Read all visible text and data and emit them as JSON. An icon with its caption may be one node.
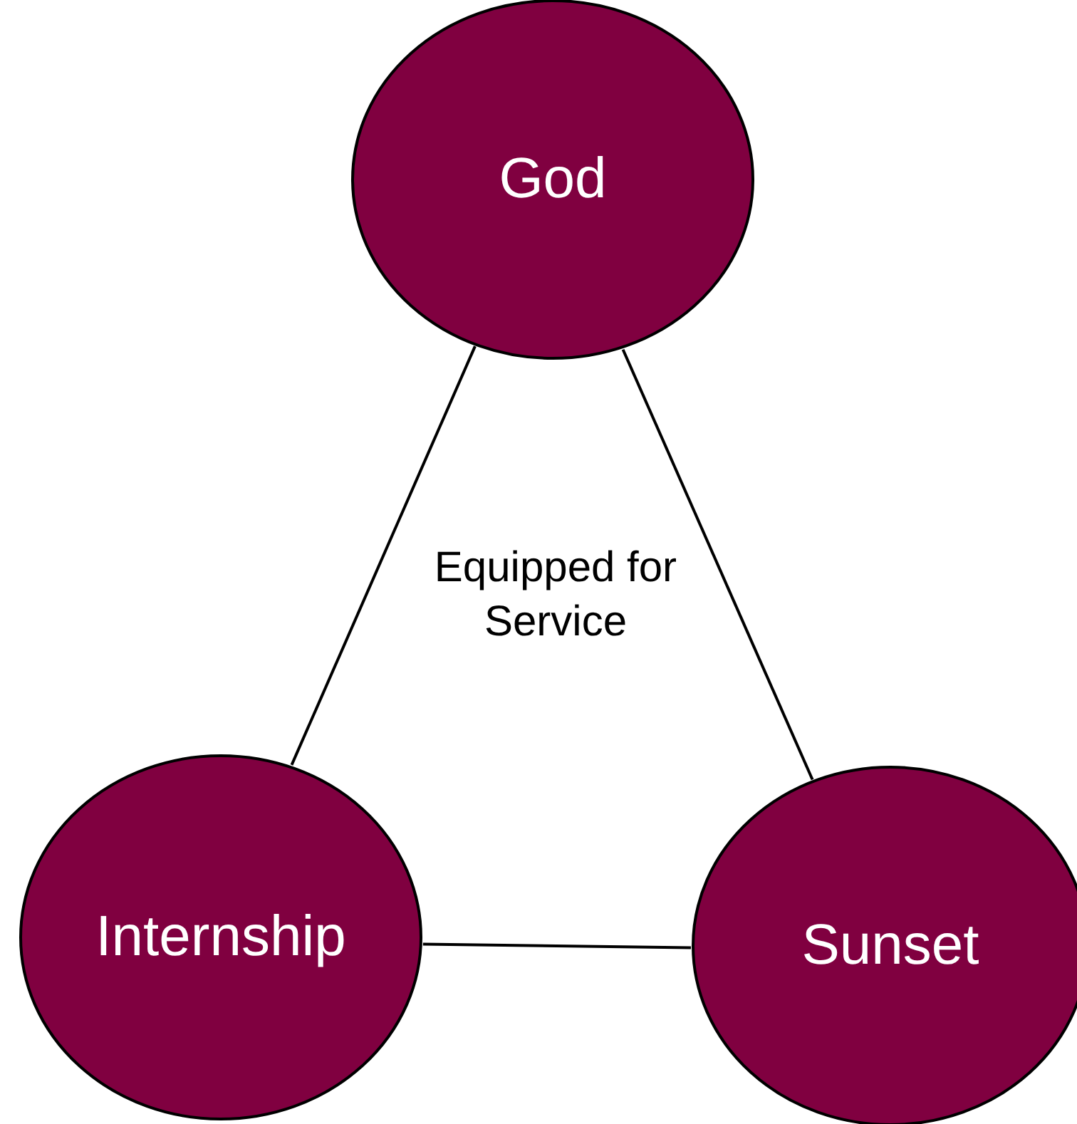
{
  "diagram": {
    "nodes": [
      {
        "text": [
          "God"
        ]
      },
      {
        "text": [
          "Internship"
        ]
      },
      {
        "text": [
          "Sunset"
        ]
      }
    ],
    "edges": [
      {
        "from": 0,
        "to": 1,
        "arrow": "none"
      },
      {
        "from": 0,
        "to": 2,
        "arrow": "none"
      },
      {
        "from": 1,
        "to": 2,
        "arrow": "none"
      }
    ],
    "labels": [
      "Equipped for Service"
    ]
  }
}
